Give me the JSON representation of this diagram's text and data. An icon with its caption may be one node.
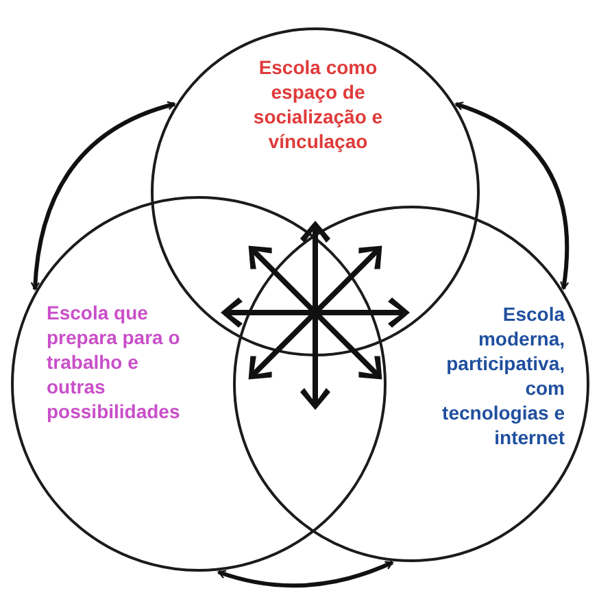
{
  "diagram": {
    "nodes": [
      {
        "text": [
          "Escola como espaço de socialização e vínculaçao"
        ]
      },
      {
        "text": [
          "Escola que prepara para o trabalho e outras possibilidades"
        ]
      },
      {
        "text": [
          "Escola moderna, participativa, com tecnologias e internet"
        ]
      }
    ],
    "edges": [
      {
        "from": 1,
        "to": 0,
        "arrow": "both"
      },
      {
        "from": 0,
        "to": 2,
        "arrow": "both"
      },
      {
        "from": 1,
        "to": 2,
        "arrow": "both"
      }
    ]
  }
}
